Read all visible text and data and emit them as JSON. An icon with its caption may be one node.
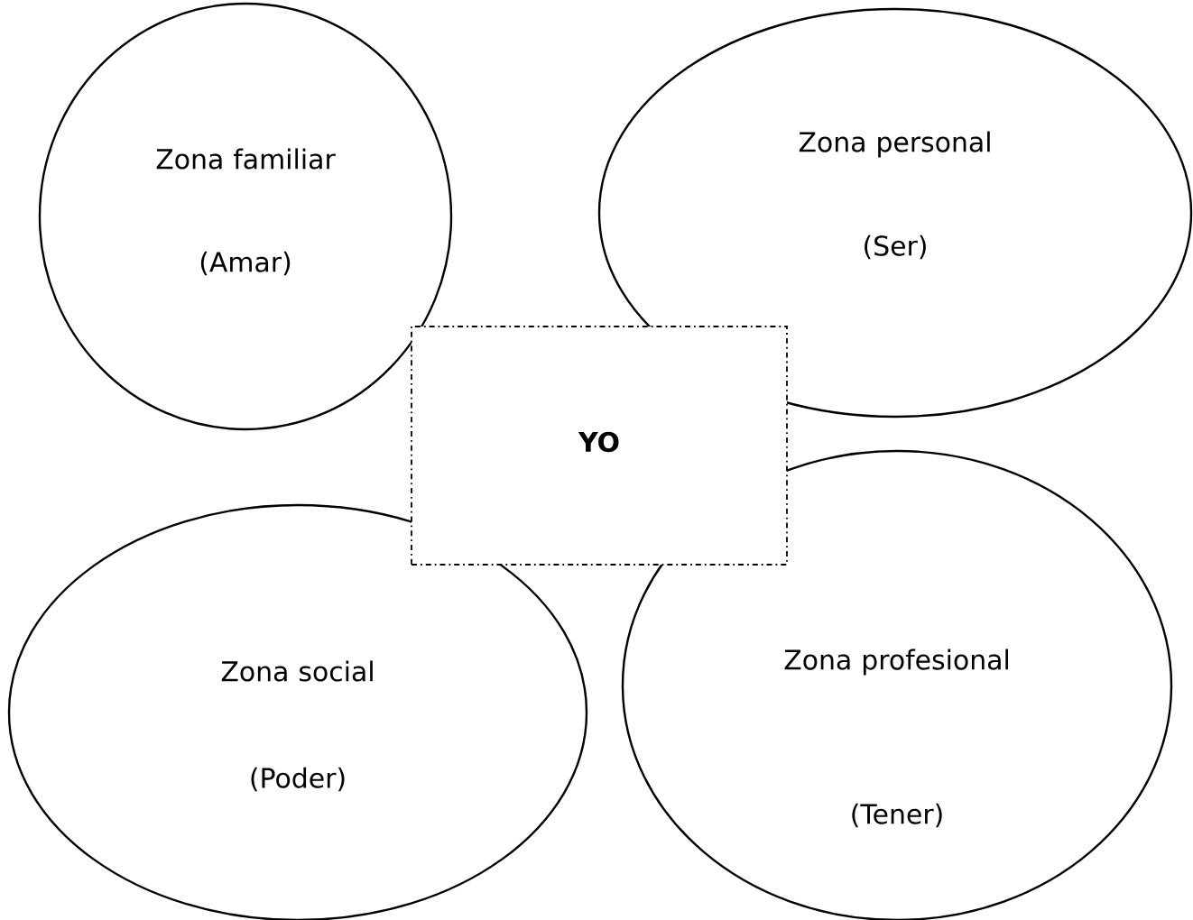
{
  "diagram": {
    "nodes": [
      {
        "text": [
          "Zona familiar",
          "(Amar)"
        ]
      },
      {
        "text": [
          "Zona personal",
          "(Ser)"
        ]
      },
      {
        "text": [
          "YO"
        ]
      },
      {
        "text": [
          "Zona social",
          "(Poder)"
        ]
      },
      {
        "text": [
          "Zona profesional",
          "(Tener)"
        ]
      }
    ]
  }
}
